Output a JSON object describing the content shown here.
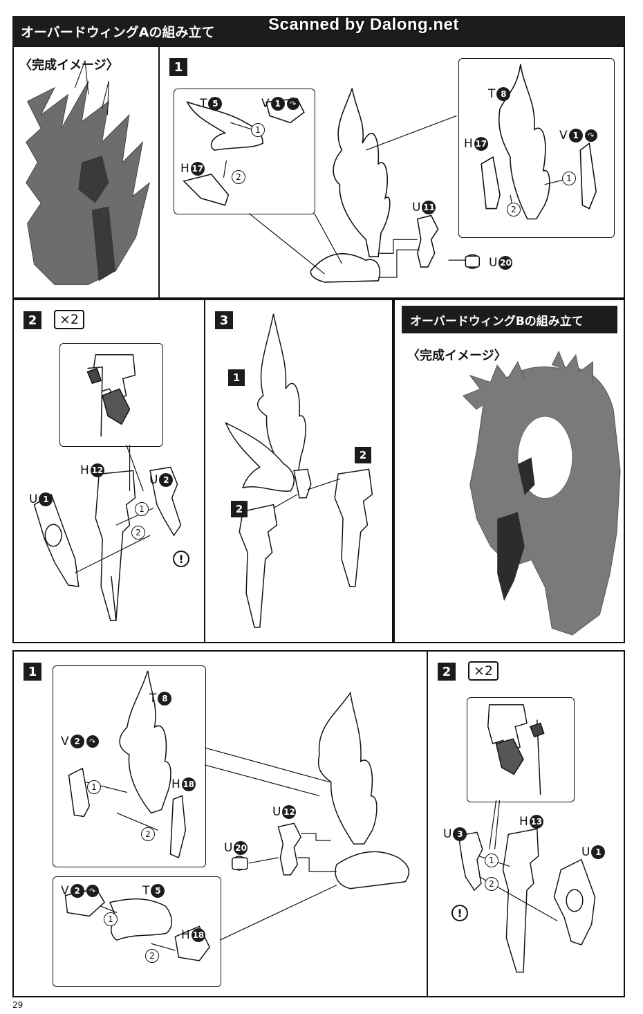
{
  "section_a": {
    "title": "オーバードウィングAの組み立て",
    "watermark": "Scanned by Dalong.net",
    "image_label": "〈完成イメージ〉",
    "step1": {
      "num": "1",
      "parts": {
        "t5": {
          "letter": "T",
          "num": "5"
        },
        "v1_inset": {
          "letter": "V",
          "num": "1"
        },
        "h17_inset": {
          "letter": "H",
          "num": "17"
        },
        "t8": {
          "letter": "T",
          "num": "8"
        },
        "h17": {
          "letter": "H",
          "num": "17"
        },
        "v1": {
          "letter": "V",
          "num": "1"
        },
        "u11": {
          "letter": "U",
          "num": "11"
        },
        "u20": {
          "letter": "U",
          "num": "20"
        }
      },
      "orders": [
        "1",
        "2",
        "1",
        "2"
      ]
    },
    "step2": {
      "num": "2",
      "multiplier": "×2",
      "parts": {
        "h12": {
          "letter": "H",
          "num": "12"
        },
        "u2": {
          "letter": "U",
          "num": "2"
        },
        "u1": {
          "letter": "U",
          "num": "1"
        }
      },
      "orders": [
        "1",
        "2"
      ],
      "warn": "!"
    },
    "step3": {
      "num": "3",
      "refs": [
        "1",
        "2",
        "2"
      ]
    }
  },
  "section_b": {
    "title": "オーバードウィングBの組み立て",
    "image_label": "〈完成イメージ〉",
    "step1": {
      "num": "1",
      "parts": {
        "t8": {
          "letter": "T",
          "num": "8"
        },
        "v2_top": {
          "letter": "V",
          "num": "2"
        },
        "h18_top": {
          "letter": "H",
          "num": "18"
        },
        "v2_bottom": {
          "letter": "V",
          "num": "2"
        },
        "t5": {
          "letter": "T",
          "num": "5"
        },
        "h18_bottom": {
          "letter": "H",
          "num": "18"
        },
        "u12": {
          "letter": "U",
          "num": "12"
        },
        "u20": {
          "letter": "U",
          "num": "20"
        }
      },
      "orders": [
        "1",
        "2",
        "1",
        "2"
      ]
    },
    "step2": {
      "num": "2",
      "multiplier": "×2",
      "parts": {
        "h13": {
          "letter": "H",
          "num": "13"
        },
        "u3": {
          "letter": "U",
          "num": "3"
        },
        "u1": {
          "letter": "U",
          "num": "1"
        }
      },
      "orders": [
        "1",
        "2"
      ],
      "warn": "!"
    }
  },
  "page_number": "29"
}
